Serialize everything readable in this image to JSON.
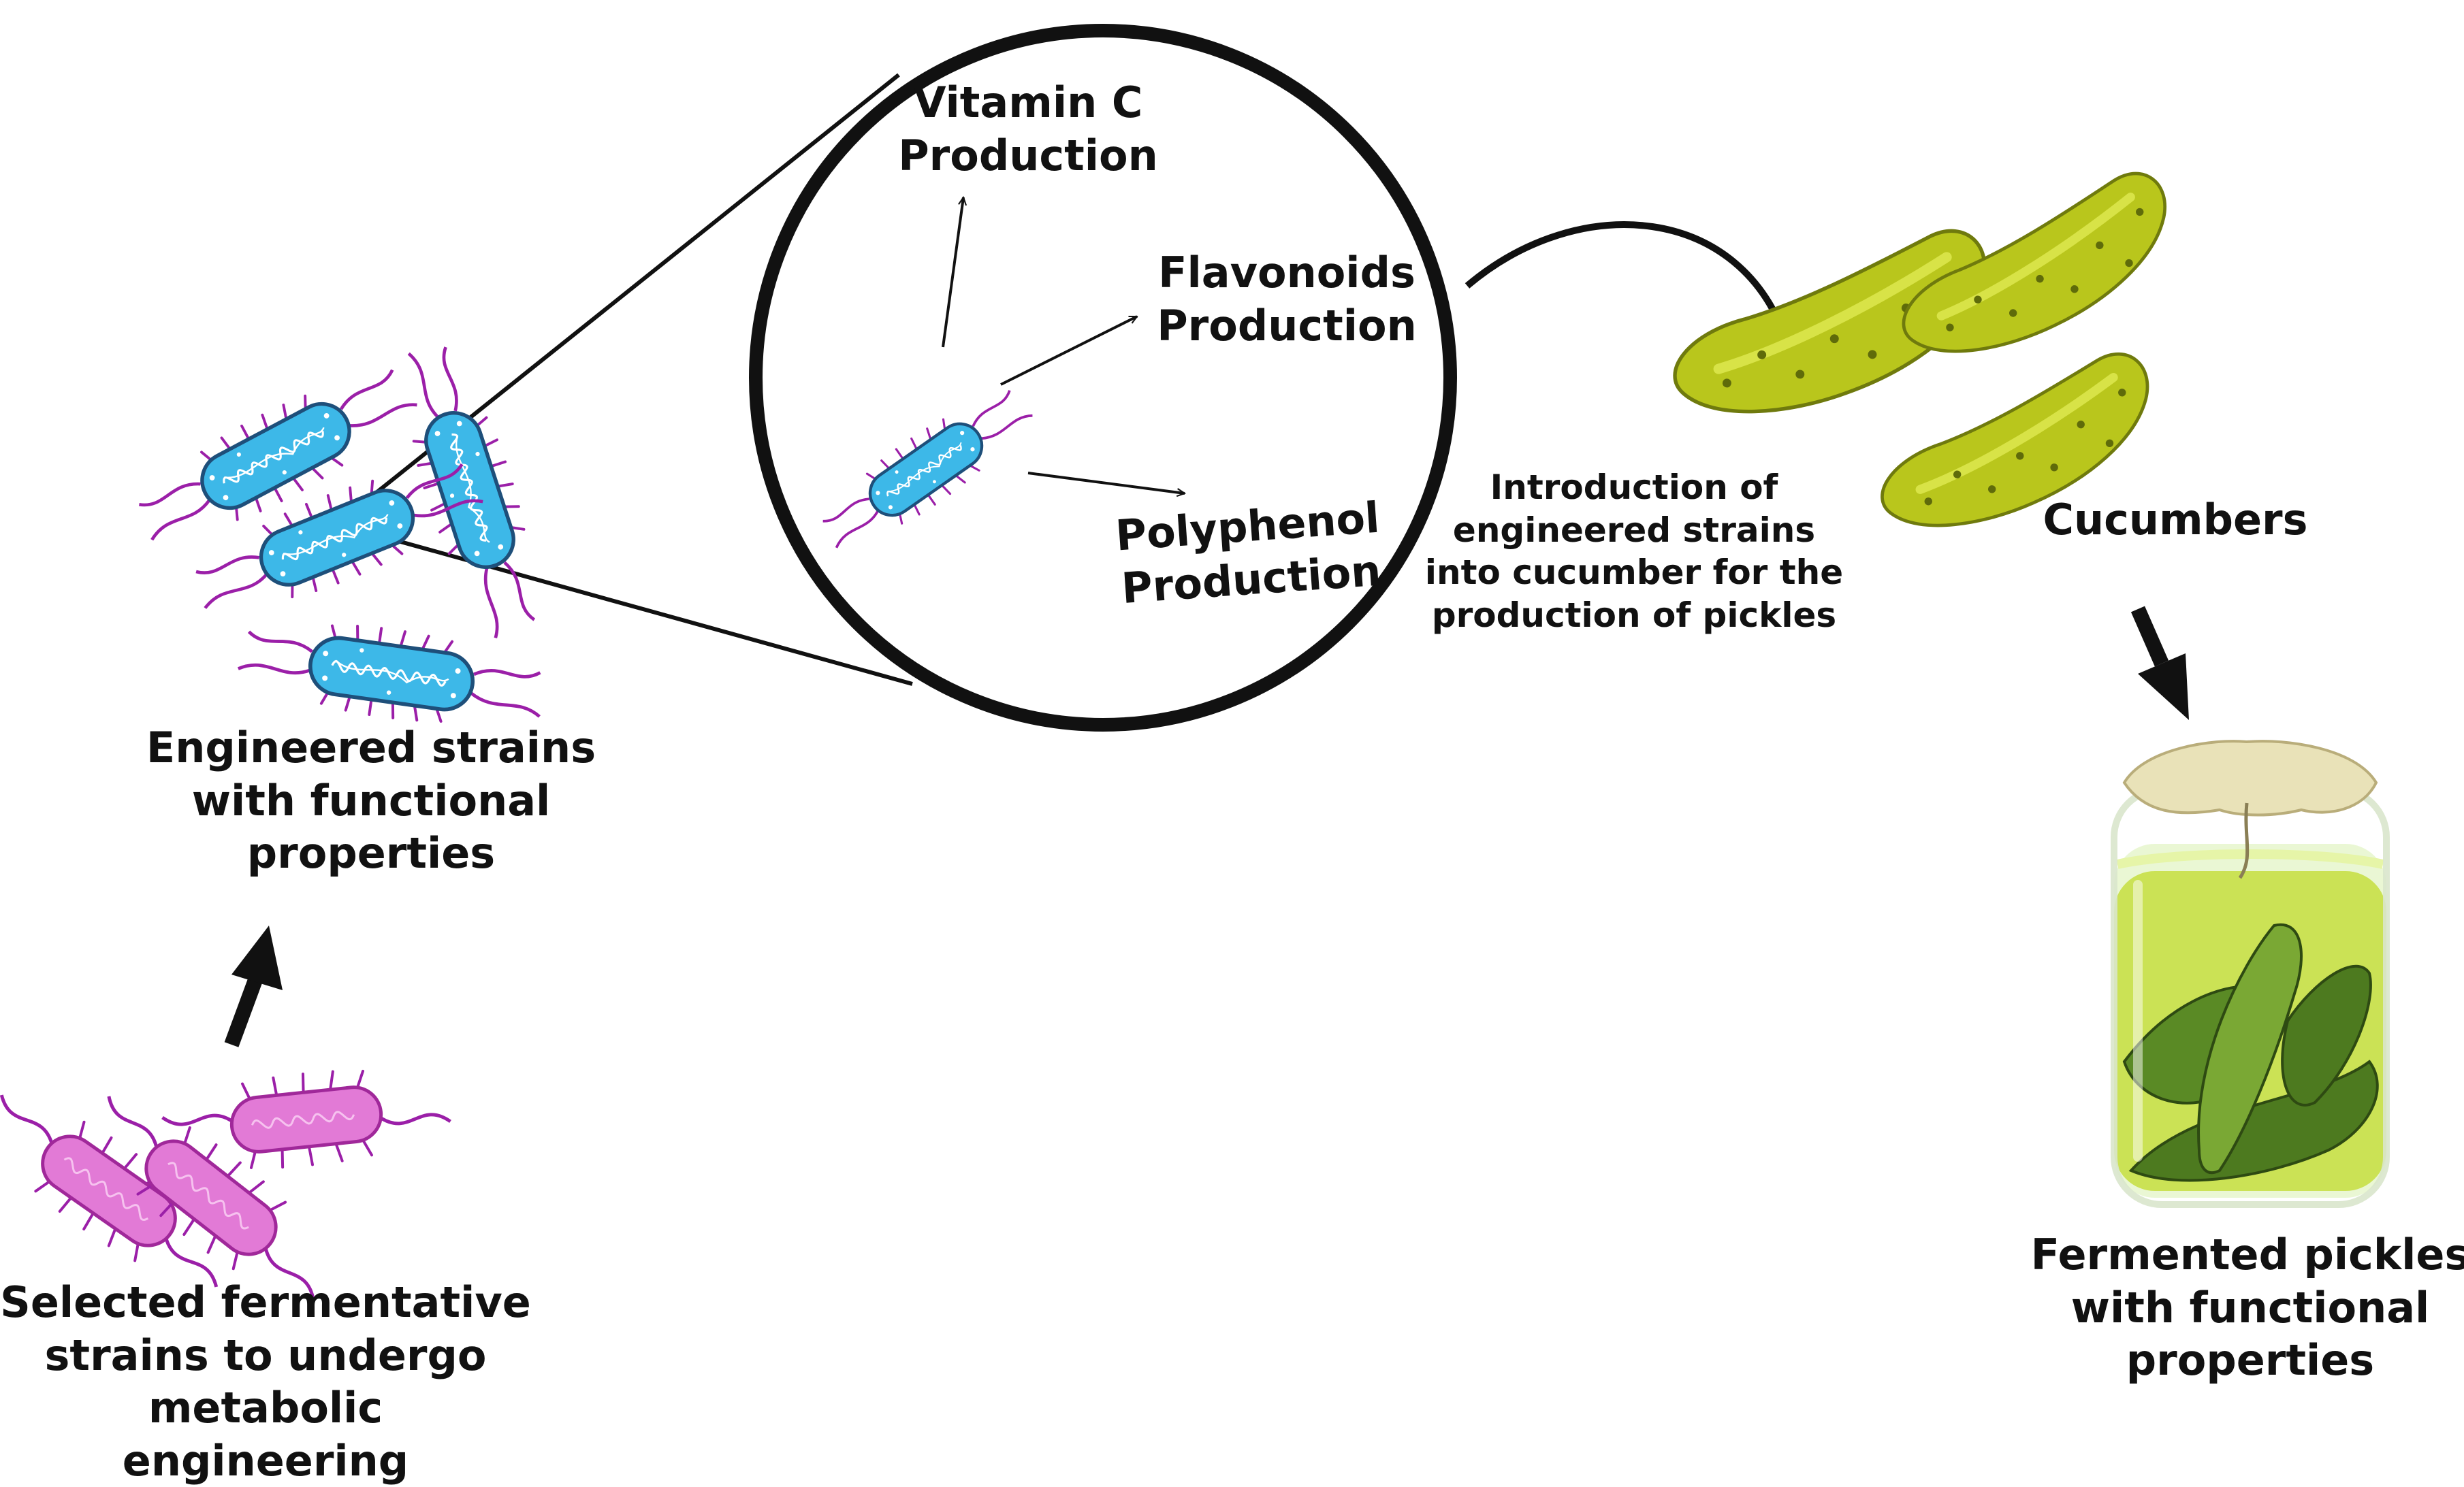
{
  "labels": {
    "vitamin_c": "Vitamin C\nProduction",
    "flavonoids": "Flavonoids\nProduction",
    "polyphenol": "Polyphenol\nProduction",
    "engineered": "Engineered strains\nwith functional\nproperties",
    "selected": "Selected fermentative\nstrains to undergo\nmetabolic engineering",
    "introduction": "Introduction of\nengineered strains\ninto cucumber for the\nproduction of pickles",
    "cucumbers": "Cucumbers",
    "fermented": "Fermented pickles\nwith functional\nproperties"
  },
  "icons": {
    "engineered_bacteria": "blue-rod-bacteria-icon",
    "selected_bacteria": "pink-rod-bacteria-icon",
    "cucumber": "cucumber-icon",
    "jar": "pickle-jar-icon"
  },
  "colors": {
    "engineered_bacteria": "#3db8e8",
    "flagella": "#9b1fa8",
    "selected_bacteria": "#e27ad6",
    "cucumber": "#b9c61c",
    "jar_liquid": "#c6de3e",
    "pickle": "#4d7a1f",
    "arrow": "#111111"
  }
}
